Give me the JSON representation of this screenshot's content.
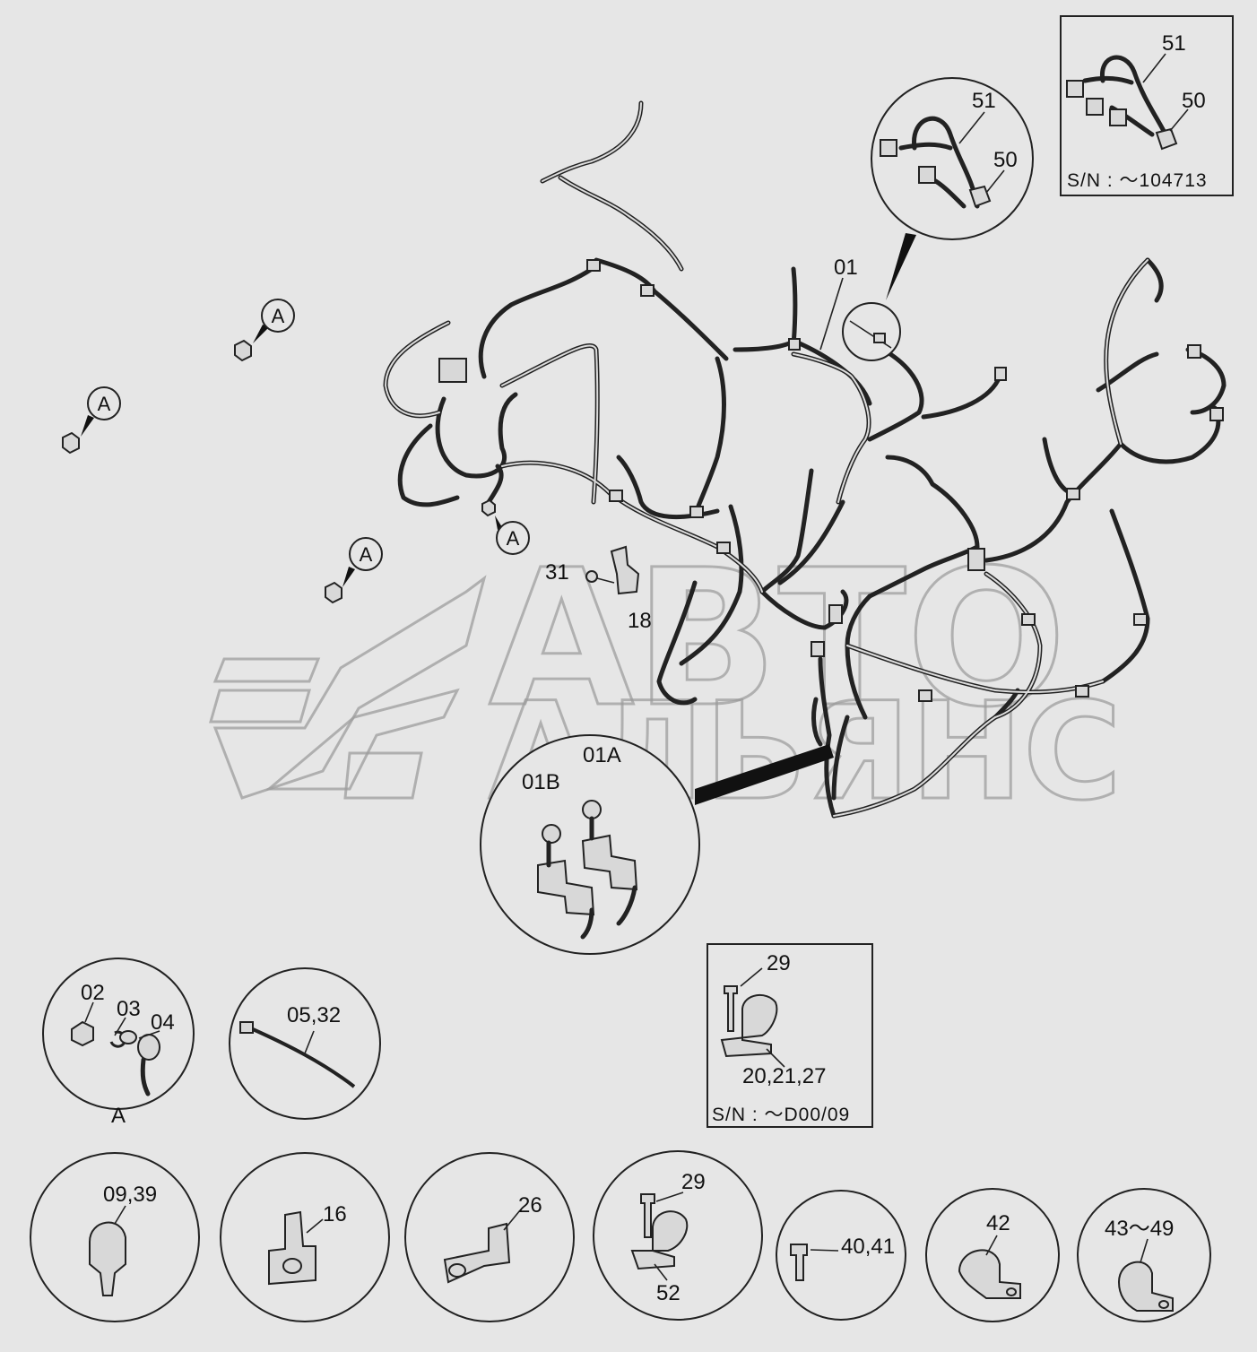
{
  "callouts": {
    "harness_main": "01",
    "inset_01a": "01A",
    "inset_01b": "01B",
    "bolt_31": "31",
    "bracket_18": "18",
    "ref_a": "A"
  },
  "top_right_box": {
    "label_51": "51",
    "label_50": "50",
    "serial": "S/N : ～104713"
  },
  "top_circle": {
    "label_51": "51",
    "label_50": "50"
  },
  "clamp_box": {
    "label_29": "29",
    "label_parts": "20,21,27",
    "serial": "S/N : ～D00/09"
  },
  "detail_circles": {
    "nut_set": {
      "l02": "02",
      "l03": "03",
      "l04": "04",
      "ref": "A"
    },
    "cable_tie": "05,32",
    "clip": "09,39",
    "plate_16": "16",
    "plate_26": "26",
    "clamp_bolt": {
      "bolt": "29",
      "clamp": "52"
    },
    "bolt_40": "40,41",
    "clamp_42": "42",
    "clamp_43": "43～49"
  },
  "watermark": {
    "line1": "АВТО",
    "line2": "АЛЬЯНС"
  }
}
